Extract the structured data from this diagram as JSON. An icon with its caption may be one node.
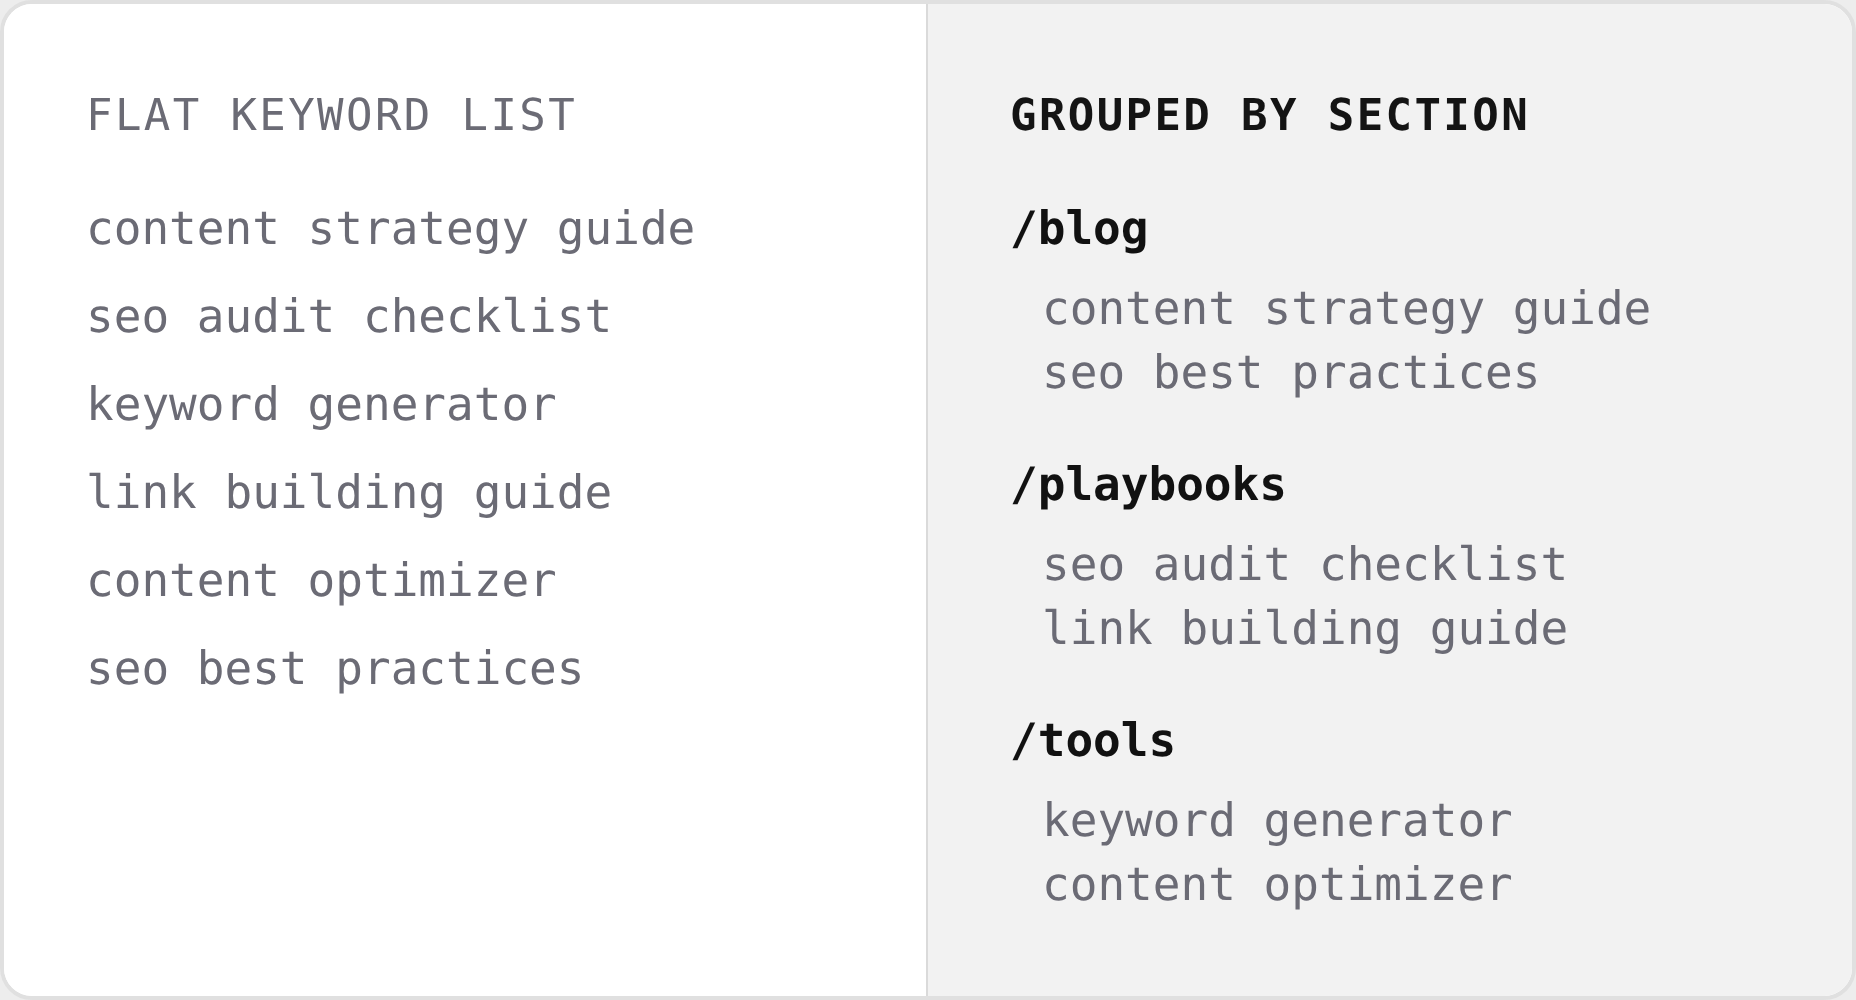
{
  "diagram": {
    "nodes": [
      {
        "text": [
          "FLAT KEYWORD LIST",
          "content strategy guide",
          "seo audit checklist",
          "keyword generator",
          "link building guide",
          "content optimizer",
          "seo best practices"
        ]
      },
      {
        "text": [
          "GROUPED BY SECTION",
          "/blog",
          "content strategy guide",
          "seo best practices",
          "/playbooks",
          "seo audit checklist",
          "link building guide",
          "/tools",
          "keyword generator",
          "content optimizer"
        ]
      }
    ]
  }
}
